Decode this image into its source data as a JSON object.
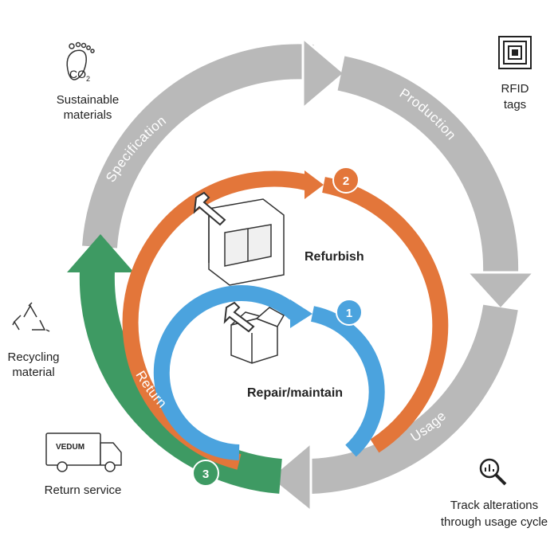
{
  "colors": {
    "grey": "#b9b9b9",
    "orange": "#e3763a",
    "blue": "#4ba3de",
    "green": "#3e9a63",
    "text": "#222222"
  },
  "outer_ring": {
    "specification": "Specification",
    "production": "Production",
    "usage": "Usage",
    "return": "Return"
  },
  "inner": {
    "refurbish": "Refurbish",
    "repair": "Repair/maintain",
    "step1": "1",
    "step2": "2",
    "step3": "3"
  },
  "side": {
    "co2": "CO",
    "co2_sub": "2",
    "sustainable_l1": "Sustainable",
    "sustainable_l2": "materials",
    "rfid_l1": "RFID",
    "rfid_l2": "tags",
    "recycling_l1": "Recycling",
    "recycling_l2": "material",
    "truck_brand": "VEDUM",
    "return_service": "Return service",
    "track_l1": "Track alterations",
    "track_l2": "through usage cycle"
  },
  "icons": [
    "footprint-icon",
    "rfid-icon",
    "recycle-icon",
    "truck-icon",
    "search-chart-icon",
    "wrench-icon",
    "cabinet-icon",
    "box-icon"
  ]
}
